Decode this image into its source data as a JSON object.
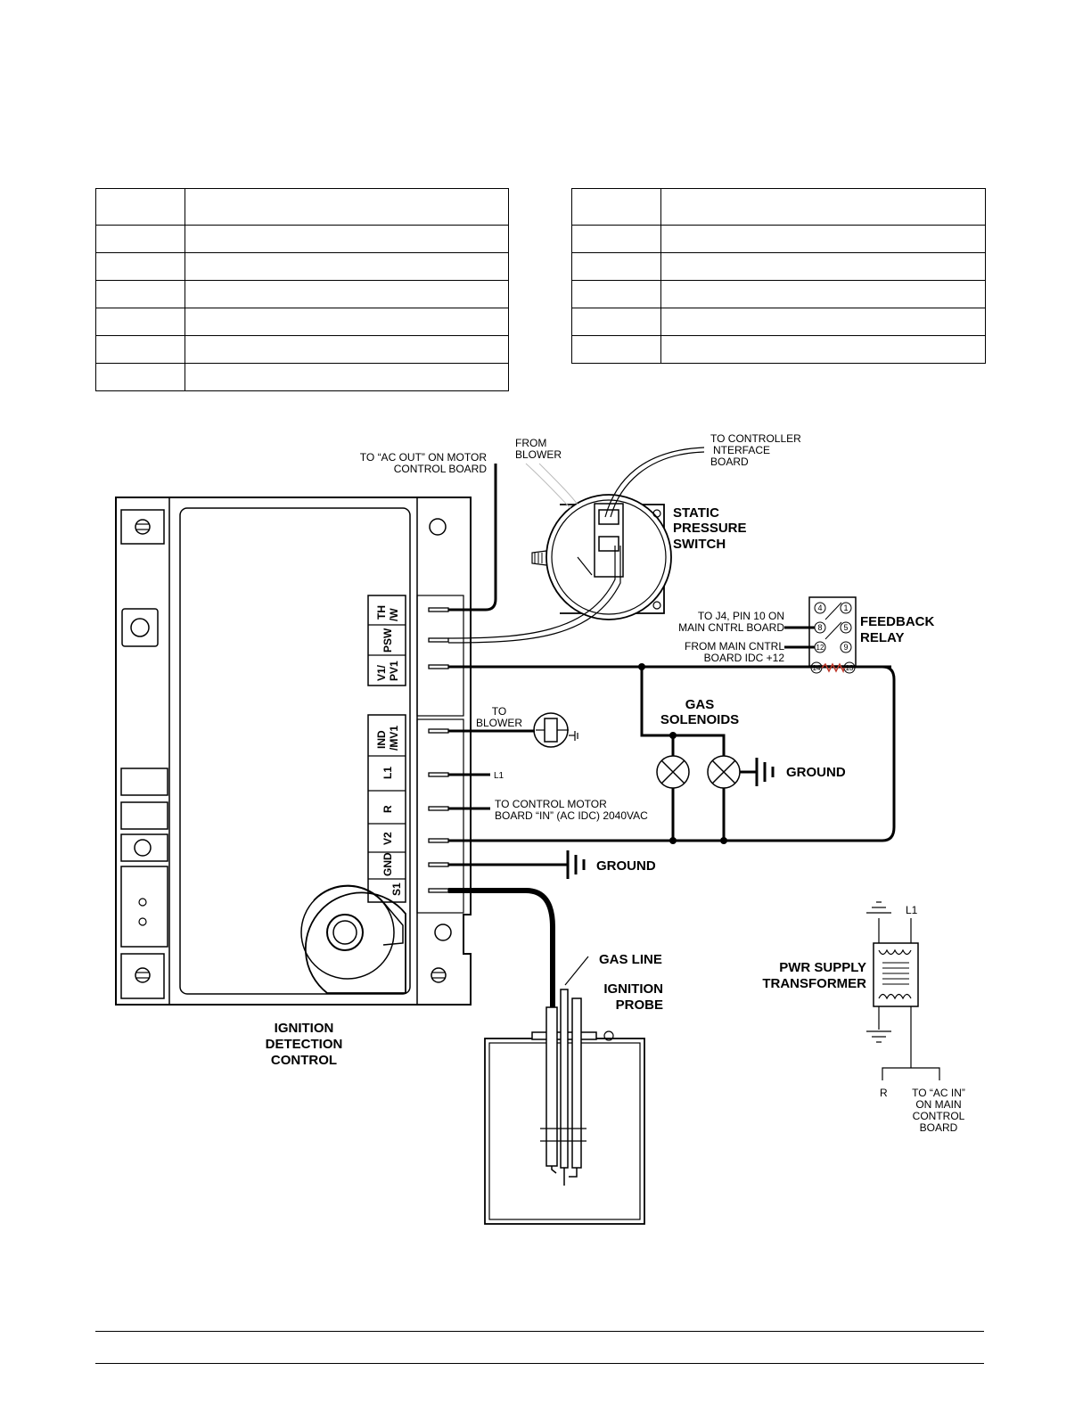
{
  "tables": {
    "left": {
      "rows": 7
    },
    "right": {
      "rows": 6
    }
  },
  "labels": {
    "to_ac_out_1": "TO “AC OUT” ON MOTOR",
    "to_ac_out_2": "CONTROL BOARD",
    "from_blower_1": "FROM",
    "from_blower_2": "BLOWER",
    "to_controller_1": "TO CONTROLLER",
    "to_controller_2": "NTERFACE",
    "to_controller_3": "BOARD",
    "static_1": "STATIC",
    "static_2": "PRESSURE",
    "static_3": "SWITCH",
    "feedback_1": "FEEDBACK",
    "feedback_2": "RELAY",
    "to_j4_1": "TO J4, PIN 10 ON",
    "to_j4_2": "MAIN CNTRL BOARD",
    "from_main_1": "FROM MAIN CNTRL",
    "from_main_2": "BOARD IDC +12",
    "gas_sol_1": "GAS",
    "gas_sol_2": "SOLENOIDS",
    "ground_1": "GROUND",
    "ground_2": "GROUND",
    "to_blower_1": "TO",
    "to_blower_2": "BLOWER",
    "l1_wire": "L1",
    "to_control_motor_1": "TO CONTROL MOTOR",
    "to_control_motor_2": "BOARD “IN” (AC IDC) 2040VAC",
    "gas_line": "GAS LINE",
    "ignition_probe_1": "IGNITION",
    "ignition_probe_2": "PROBE",
    "idc_1": "IGNITION",
    "idc_2": "DETECTION",
    "idc_3": "CONTROL",
    "pwr_1": "PWR SUPPLY",
    "pwr_2": "TRANSFORMER",
    "tr_l1": "L1",
    "tr_r": "R",
    "to_ac_in_1": "TO “AC IN”",
    "to_ac_in_2": "ON MAIN",
    "to_ac_in_3": "CONTROL",
    "to_ac_in_4": "BOARD"
  },
  "terminals": {
    "th_w": [
      "TH",
      "/W"
    ],
    "psw": [
      "PSW"
    ],
    "v1_pv1": [
      "V1/",
      "PV1"
    ],
    "ind_mv1": [
      "IND",
      "/MV1"
    ],
    "l1": [
      "L1"
    ],
    "r": [
      "R"
    ],
    "v2": [
      "V2"
    ],
    "gnd": [
      "GND"
    ],
    "s1": [
      "S1"
    ]
  },
  "relay_pins": [
    "4",
    "1",
    "8",
    "5",
    "12",
    "9",
    "14",
    "13"
  ]
}
